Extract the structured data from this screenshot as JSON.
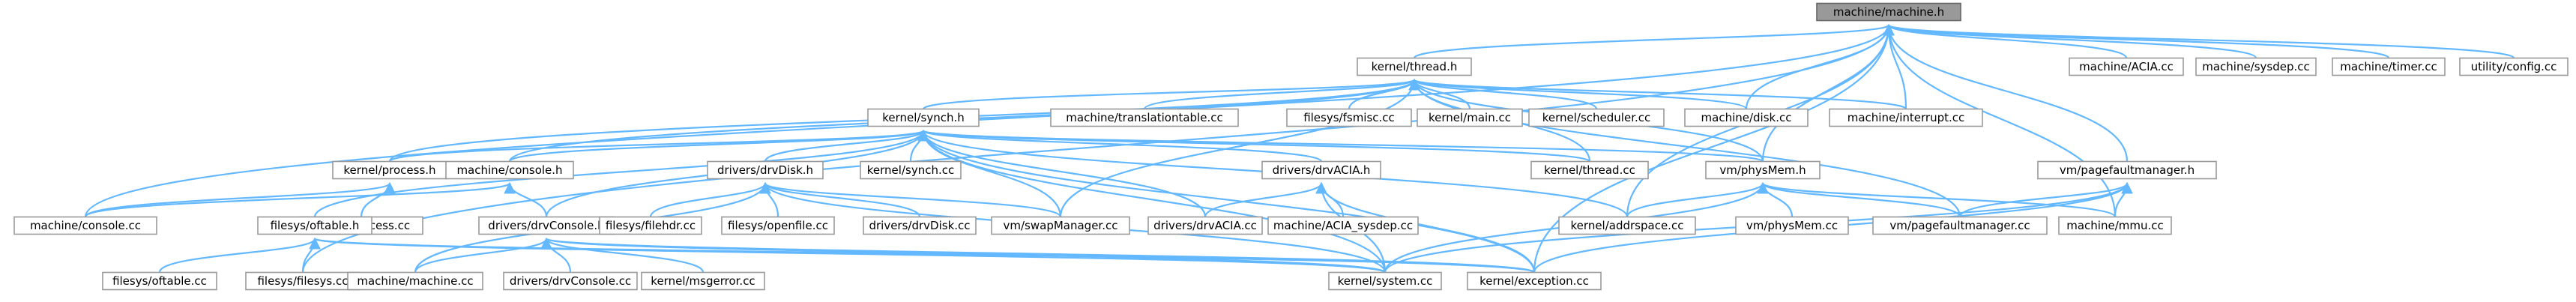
{
  "colors": {
    "edge": "#63b8ff",
    "node_border": "#999999",
    "root_fill": "#999999"
  },
  "nodes": {
    "root": "machine/machine.h",
    "thread_h": "kernel/thread.h",
    "acia_cc": "machine/ACIA.cc",
    "sysdep_cc": "machine/sysdep.cc",
    "timer_cc": "machine/timer.cc",
    "config_cc": "utility/config.cc",
    "synch_h": "kernel/synch.h",
    "translationtable_cc": "machine/translationtable.cc",
    "fsmisc_cc": "filesys/fsmisc.cc",
    "main_cc": "kernel/main.cc",
    "scheduler_cc": "kernel/scheduler.cc",
    "disk_cc": "machine/disk.cc",
    "interrupt_cc": "machine/interrupt.cc",
    "pfm_h": "vm/pagefaultmanager.h",
    "process_h": "kernel/process.h",
    "console_h": "machine/console.h",
    "drvdisk_h": "drivers/drvDisk.h",
    "synch_cc": "kernel/synch.cc",
    "drvacia_h": "drivers/drvACIA.h",
    "thread_cc": "kernel/thread.cc",
    "physmem_h": "vm/physMem.h",
    "console_cc": "machine/console.cc",
    "process_cc": "kernel/process.cc",
    "oftable_h": "filesys/oftable.h",
    "drvconsole_h": "drivers/drvConsole.h",
    "filehdr_cc": "filesys/filehdr.cc",
    "openfile_cc": "filesys/openfile.cc",
    "drvdisk_cc": "drivers/drvDisk.cc",
    "swapmanager_cc": "vm/swapManager.cc",
    "drvacia_cc": "drivers/drvACIA.cc",
    "acia_sysdep_cc": "machine/ACIA_sysdep.cc",
    "addrspace_cc": "kernel/addrspace.cc",
    "physmem_cc": "vm/physMem.cc",
    "pfm_cc": "vm/pagefaultmanager.cc",
    "mmu_cc": "machine/mmu.cc",
    "oftable_cc": "filesys/oftable.cc",
    "filesys_cc": "filesys/filesys.cc",
    "machine_cc": "machine/machine.cc",
    "drvconsole_cc": "drivers/drvConsole.cc",
    "msgerror_cc": "kernel/msgerror.cc",
    "system_cc": "kernel/system.cc",
    "exception_cc": "kernel/exception.cc"
  },
  "edges": [
    [
      "root",
      "thread_h"
    ],
    [
      "root",
      "acia_cc"
    ],
    [
      "root",
      "sysdep_cc"
    ],
    [
      "root",
      "timer_cc"
    ],
    [
      "root",
      "config_cc"
    ],
    [
      "root",
      "disk_cc"
    ],
    [
      "root",
      "interrupt_cc"
    ],
    [
      "root",
      "pfm_h"
    ],
    [
      "root",
      "physmem_h"
    ],
    [
      "root",
      "mmu_cc"
    ],
    [
      "root",
      "addrspace_cc"
    ],
    [
      "root",
      "exception_cc"
    ],
    [
      "root",
      "console_cc"
    ],
    [
      "root",
      "filesys_cc"
    ],
    [
      "thread_h",
      "synch_h"
    ],
    [
      "thread_h",
      "translationtable_cc"
    ],
    [
      "thread_h",
      "fsmisc_cc"
    ],
    [
      "thread_h",
      "main_cc"
    ],
    [
      "thread_h",
      "scheduler_cc"
    ],
    [
      "thread_h",
      "disk_cc"
    ],
    [
      "thread_h",
      "interrupt_cc"
    ],
    [
      "thread_h",
      "process_h"
    ],
    [
      "thread_h",
      "thread_cc"
    ],
    [
      "thread_h",
      "physmem_h"
    ],
    [
      "thread_h",
      "pfm_cc"
    ],
    [
      "thread_h",
      "swapmanager_cc"
    ],
    [
      "thread_h",
      "console_h"
    ],
    [
      "synch_h",
      "process_h"
    ],
    [
      "synch_h",
      "console_h"
    ],
    [
      "synch_h",
      "drvdisk_h"
    ],
    [
      "synch_h",
      "synch_cc"
    ],
    [
      "synch_h",
      "drvacia_h"
    ],
    [
      "synch_h",
      "thread_cc"
    ],
    [
      "synch_h",
      "physmem_h"
    ],
    [
      "synch_h",
      "oftable_h"
    ],
    [
      "synch_h",
      "drvconsole_h"
    ],
    [
      "synch_h",
      "drvacia_cc"
    ],
    [
      "synch_h",
      "addrspace_cc"
    ],
    [
      "synch_h",
      "system_cc"
    ],
    [
      "synch_h",
      "exception_cc"
    ],
    [
      "synch_h",
      "swapmanager_cc"
    ],
    [
      "process_h",
      "process_cc"
    ],
    [
      "process_h",
      "console_cc"
    ],
    [
      "console_h",
      "console_cc"
    ],
    [
      "console_h",
      "drvconsole_h"
    ],
    [
      "drvdisk_h",
      "filehdr_cc"
    ],
    [
      "drvdisk_h",
      "openfile_cc"
    ],
    [
      "drvdisk_h",
      "drvdisk_cc"
    ],
    [
      "drvdisk_h",
      "swapmanager_cc"
    ],
    [
      "drvdisk_h",
      "system_cc"
    ],
    [
      "drvdisk_h",
      "machine_cc"
    ],
    [
      "drvacia_h",
      "drvacia_cc"
    ],
    [
      "drvacia_h",
      "acia_sysdep_cc"
    ],
    [
      "drvacia_h",
      "system_cc"
    ],
    [
      "drvacia_h",
      "exception_cc"
    ],
    [
      "physmem_h",
      "addrspace_cc"
    ],
    [
      "physmem_h",
      "physmem_cc"
    ],
    [
      "physmem_h",
      "pfm_cc"
    ],
    [
      "physmem_h",
      "mmu_cc"
    ],
    [
      "physmem_h",
      "system_cc"
    ],
    [
      "pfm_h",
      "pfm_cc"
    ],
    [
      "pfm_h",
      "mmu_cc"
    ],
    [
      "pfm_h",
      "system_cc"
    ],
    [
      "pfm_h",
      "exception_cc"
    ],
    [
      "oftable_h",
      "oftable_cc"
    ],
    [
      "oftable_h",
      "filesys_cc"
    ],
    [
      "oftable_h",
      "system_cc"
    ],
    [
      "oftable_h",
      "exception_cc"
    ],
    [
      "drvconsole_h",
      "machine_cc"
    ],
    [
      "drvconsole_h",
      "drvconsole_cc"
    ],
    [
      "drvconsole_h",
      "msgerror_cc"
    ],
    [
      "drvconsole_h",
      "system_cc"
    ],
    [
      "drvconsole_h",
      "exception_cc"
    ]
  ]
}
